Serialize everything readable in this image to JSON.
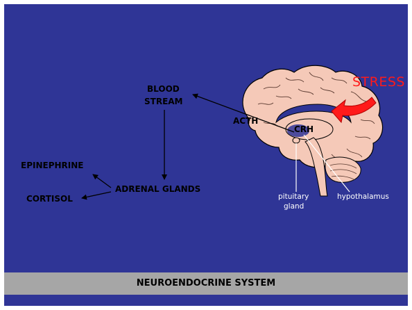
{
  "labels": {
    "blood": "BLOOD",
    "stream": "STREAM",
    "acth": "ACTH",
    "crh": "CRH",
    "stress": "STRESS",
    "epinephrine": "EPINEPHRINE",
    "cortisol": "CORTISOL",
    "adrenal_glands": "ADRENAL GLANDS",
    "pituitary_line1": "pituitary",
    "pituitary_line2": "gland",
    "hypothalamus": "hypothalamus"
  },
  "footer": {
    "title": "NEUROENDOCRINE SYSTEM"
  },
  "colors": {
    "background": "#2f3596",
    "brain": "#f5c9b8",
    "stress": "#ff1a1a",
    "footer": "#a6a6a6"
  }
}
